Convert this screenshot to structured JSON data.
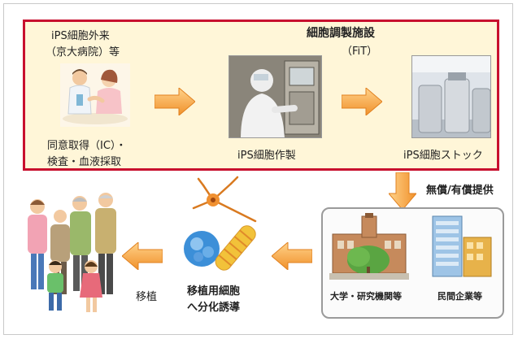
{
  "outpatient": {
    "line1": "iPS細胞外来",
    "line2": "（京大病院）等",
    "consent_line1": "同意取得（IC）・",
    "consent_line2": "検査・血液採取"
  },
  "facility": {
    "title": "細胞調製施設",
    "abbr": "（FiT）",
    "production_label": "iPS細胞作製",
    "stock_label": "iPS細胞ストック"
  },
  "provision": {
    "label": "無償/有償提供"
  },
  "institutions": {
    "university_label": "大学・研究機関等",
    "company_label": "民間企業等"
  },
  "differentiation": {
    "line1": "移植用細胞",
    "line2": "へ分化誘導"
  },
  "transplant": {
    "label": "移植"
  },
  "colors": {
    "border_red": "#c8102e",
    "panel_bg": "#fff6d8",
    "arrow_orange": "#f5a040"
  }
}
